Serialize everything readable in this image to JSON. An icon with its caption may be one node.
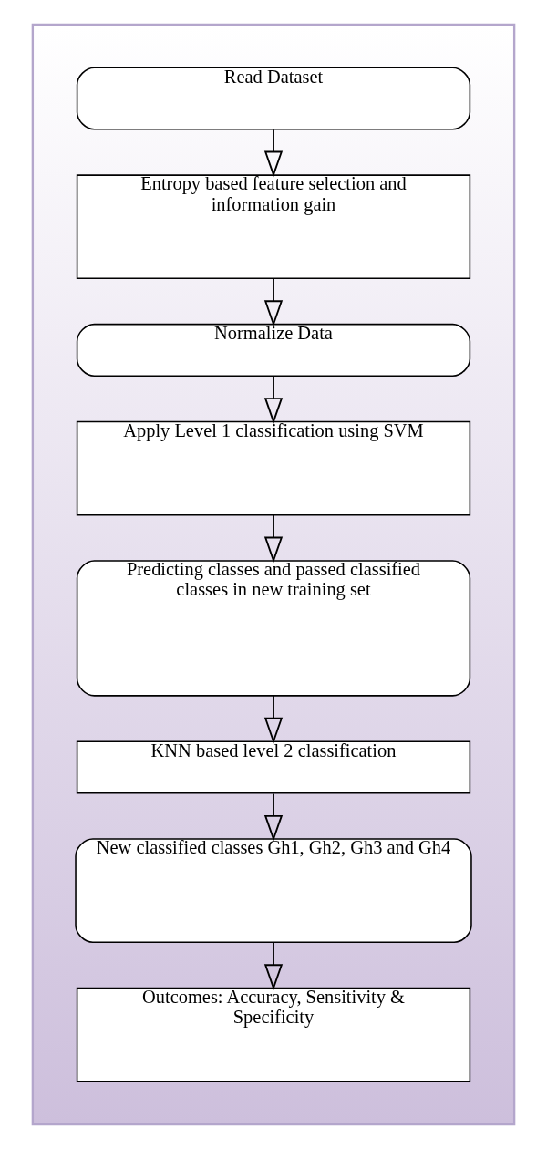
{
  "diagram": {
    "nodes": [
      {
        "text": [],
        "shape": "box"
      },
      {
        "text": [
          "Read Dataset"
        ],
        "in": 0
      },
      {
        "text": [
          "Entropy based feature selection and information gain"
        ],
        "in": 0
      },
      {
        "text": [
          "Normalize Data"
        ],
        "in": 0
      },
      {
        "text": [
          "Apply Level 1 classification using SVM"
        ],
        "in": 0
      },
      {
        "text": [
          "Predicting classes and passed classified classes in new training set"
        ],
        "in": 0
      },
      {
        "text": [
          "KNN based level 2 classification"
        ],
        "in": 0
      },
      {
        "text": [
          "New classified classes Gh1, Gh2, Gh3 and Gh4"
        ],
        "in": 0
      },
      {
        "text": [
          "Outcomes: Accuracy, Sensitivity & Specificity"
        ],
        "in": 0
      }
    ],
    "edges": [
      {
        "from": 1,
        "to": 2,
        "arrow": "to"
      },
      {
        "from": 2,
        "to": 3,
        "arrow": "to"
      },
      {
        "from": 3,
        "to": 4,
        "arrow": "to"
      },
      {
        "from": 4,
        "to": 5,
        "arrow": "to"
      },
      {
        "from": 5,
        "to": 6,
        "arrow": "to"
      },
      {
        "from": 6,
        "to": 7,
        "arrow": "to"
      },
      {
        "from": 7,
        "to": 8,
        "arrow": "to"
      }
    ]
  }
}
